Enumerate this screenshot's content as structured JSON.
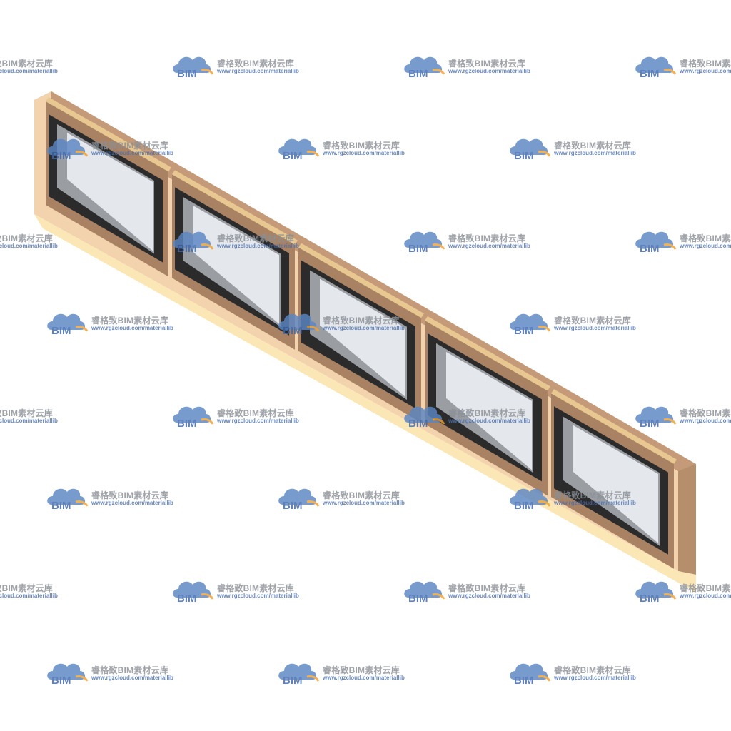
{
  "watermark": {
    "title": "睿格致BIM素材云库",
    "url": "www.rgzcloud.com/materiallib",
    "logo_text": "BIM",
    "logo_icon": "cloud-icon"
  },
  "model": {
    "window_count": 5,
    "colors": {
      "wall_light": "#f3d3ad",
      "wall_dark": "#c49a78",
      "sill": "#fbe6b6",
      "frame": "#2b2b2b",
      "reveal": "#9a9ea3",
      "glass": "#e4e8ec",
      "trim": "#a88263"
    }
  }
}
